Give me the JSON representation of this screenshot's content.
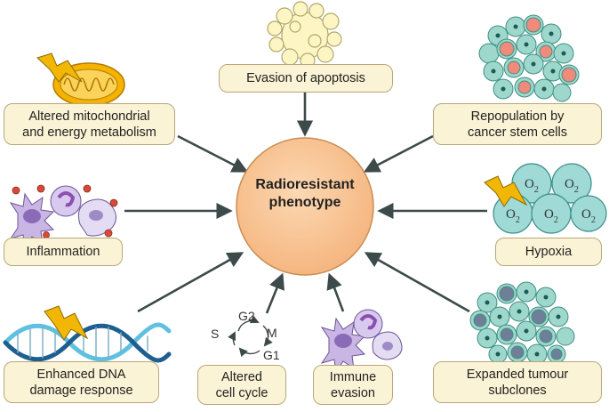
{
  "center": {
    "line1": "Radioresistant",
    "line2": "phenotype",
    "fill": "#f9c694",
    "stroke": "#c98d55"
  },
  "labels": {
    "apoptosis": {
      "line1": "Evasion of apoptosis"
    },
    "mitochondrial": {
      "line1": "Altered mitochondrial",
      "line2": "and energy metabolism"
    },
    "repopulation": {
      "line1": "Repopulation by",
      "line2": "cancer stem cells"
    },
    "inflammation": {
      "line1": "Inflammation"
    },
    "hypoxia": {
      "line1": "Hypoxia"
    },
    "dna": {
      "line1": "Enhanced DNA",
      "line2": "damage response"
    },
    "cell_cycle": {
      "line1": "Altered",
      "line2": "cell cycle"
    },
    "immune": {
      "line1": "Immune",
      "line2": "evasion"
    },
    "subclones": {
      "line1": "Expanded tumour",
      "line2": "subclones"
    }
  },
  "cell_cycle_phases": {
    "g2": "G2",
    "m": "M",
    "g1": "G1",
    "s": "S"
  },
  "hypoxia_bubbles": {
    "symbol": "O",
    "subscript": "2"
  },
  "colors": {
    "label_fill": "#fbf3d5",
    "label_border": "#b8a77a",
    "arrow": "#3d4a4a",
    "lightning": "#f2b705",
    "teal_cell": "#9ed7cc",
    "stem_cell": "#f08a7a",
    "subclone_cell": "#6f7f98",
    "bubble": "#9fdad6",
    "mito": "#f5b300",
    "immune_purple": "#8a6bb8",
    "dna_blue": "#1f5f8f",
    "dna_light": "#5fc0e0"
  }
}
